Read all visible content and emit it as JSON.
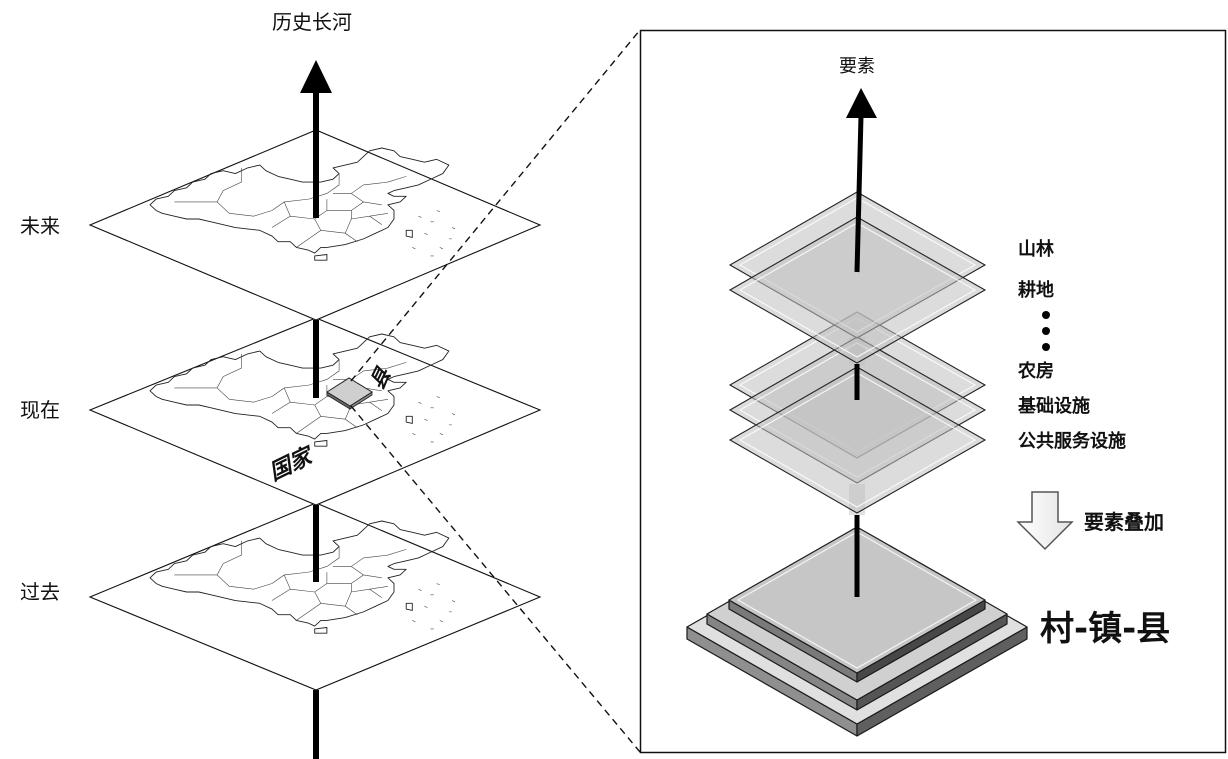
{
  "left_panel": {
    "axis_label": "历史长河",
    "layers": [
      {
        "label": "未来"
      },
      {
        "label": "现在"
      },
      {
        "label": "过去"
      }
    ],
    "country_label": "国家",
    "county_label": "县"
  },
  "right_panel": {
    "axis_label": "要素",
    "element_layers": [
      "山林",
      "耕地",
      "农房",
      "基础设施",
      "公共服务设施"
    ],
    "overlay_label": "要素叠加",
    "stack_label": "村-镇-县"
  },
  "colors": {
    "line": "#000000",
    "layer_fill": "#bfbfbf",
    "stack_top": "#c6c6c6",
    "county_box": "#cfcfcf"
  }
}
